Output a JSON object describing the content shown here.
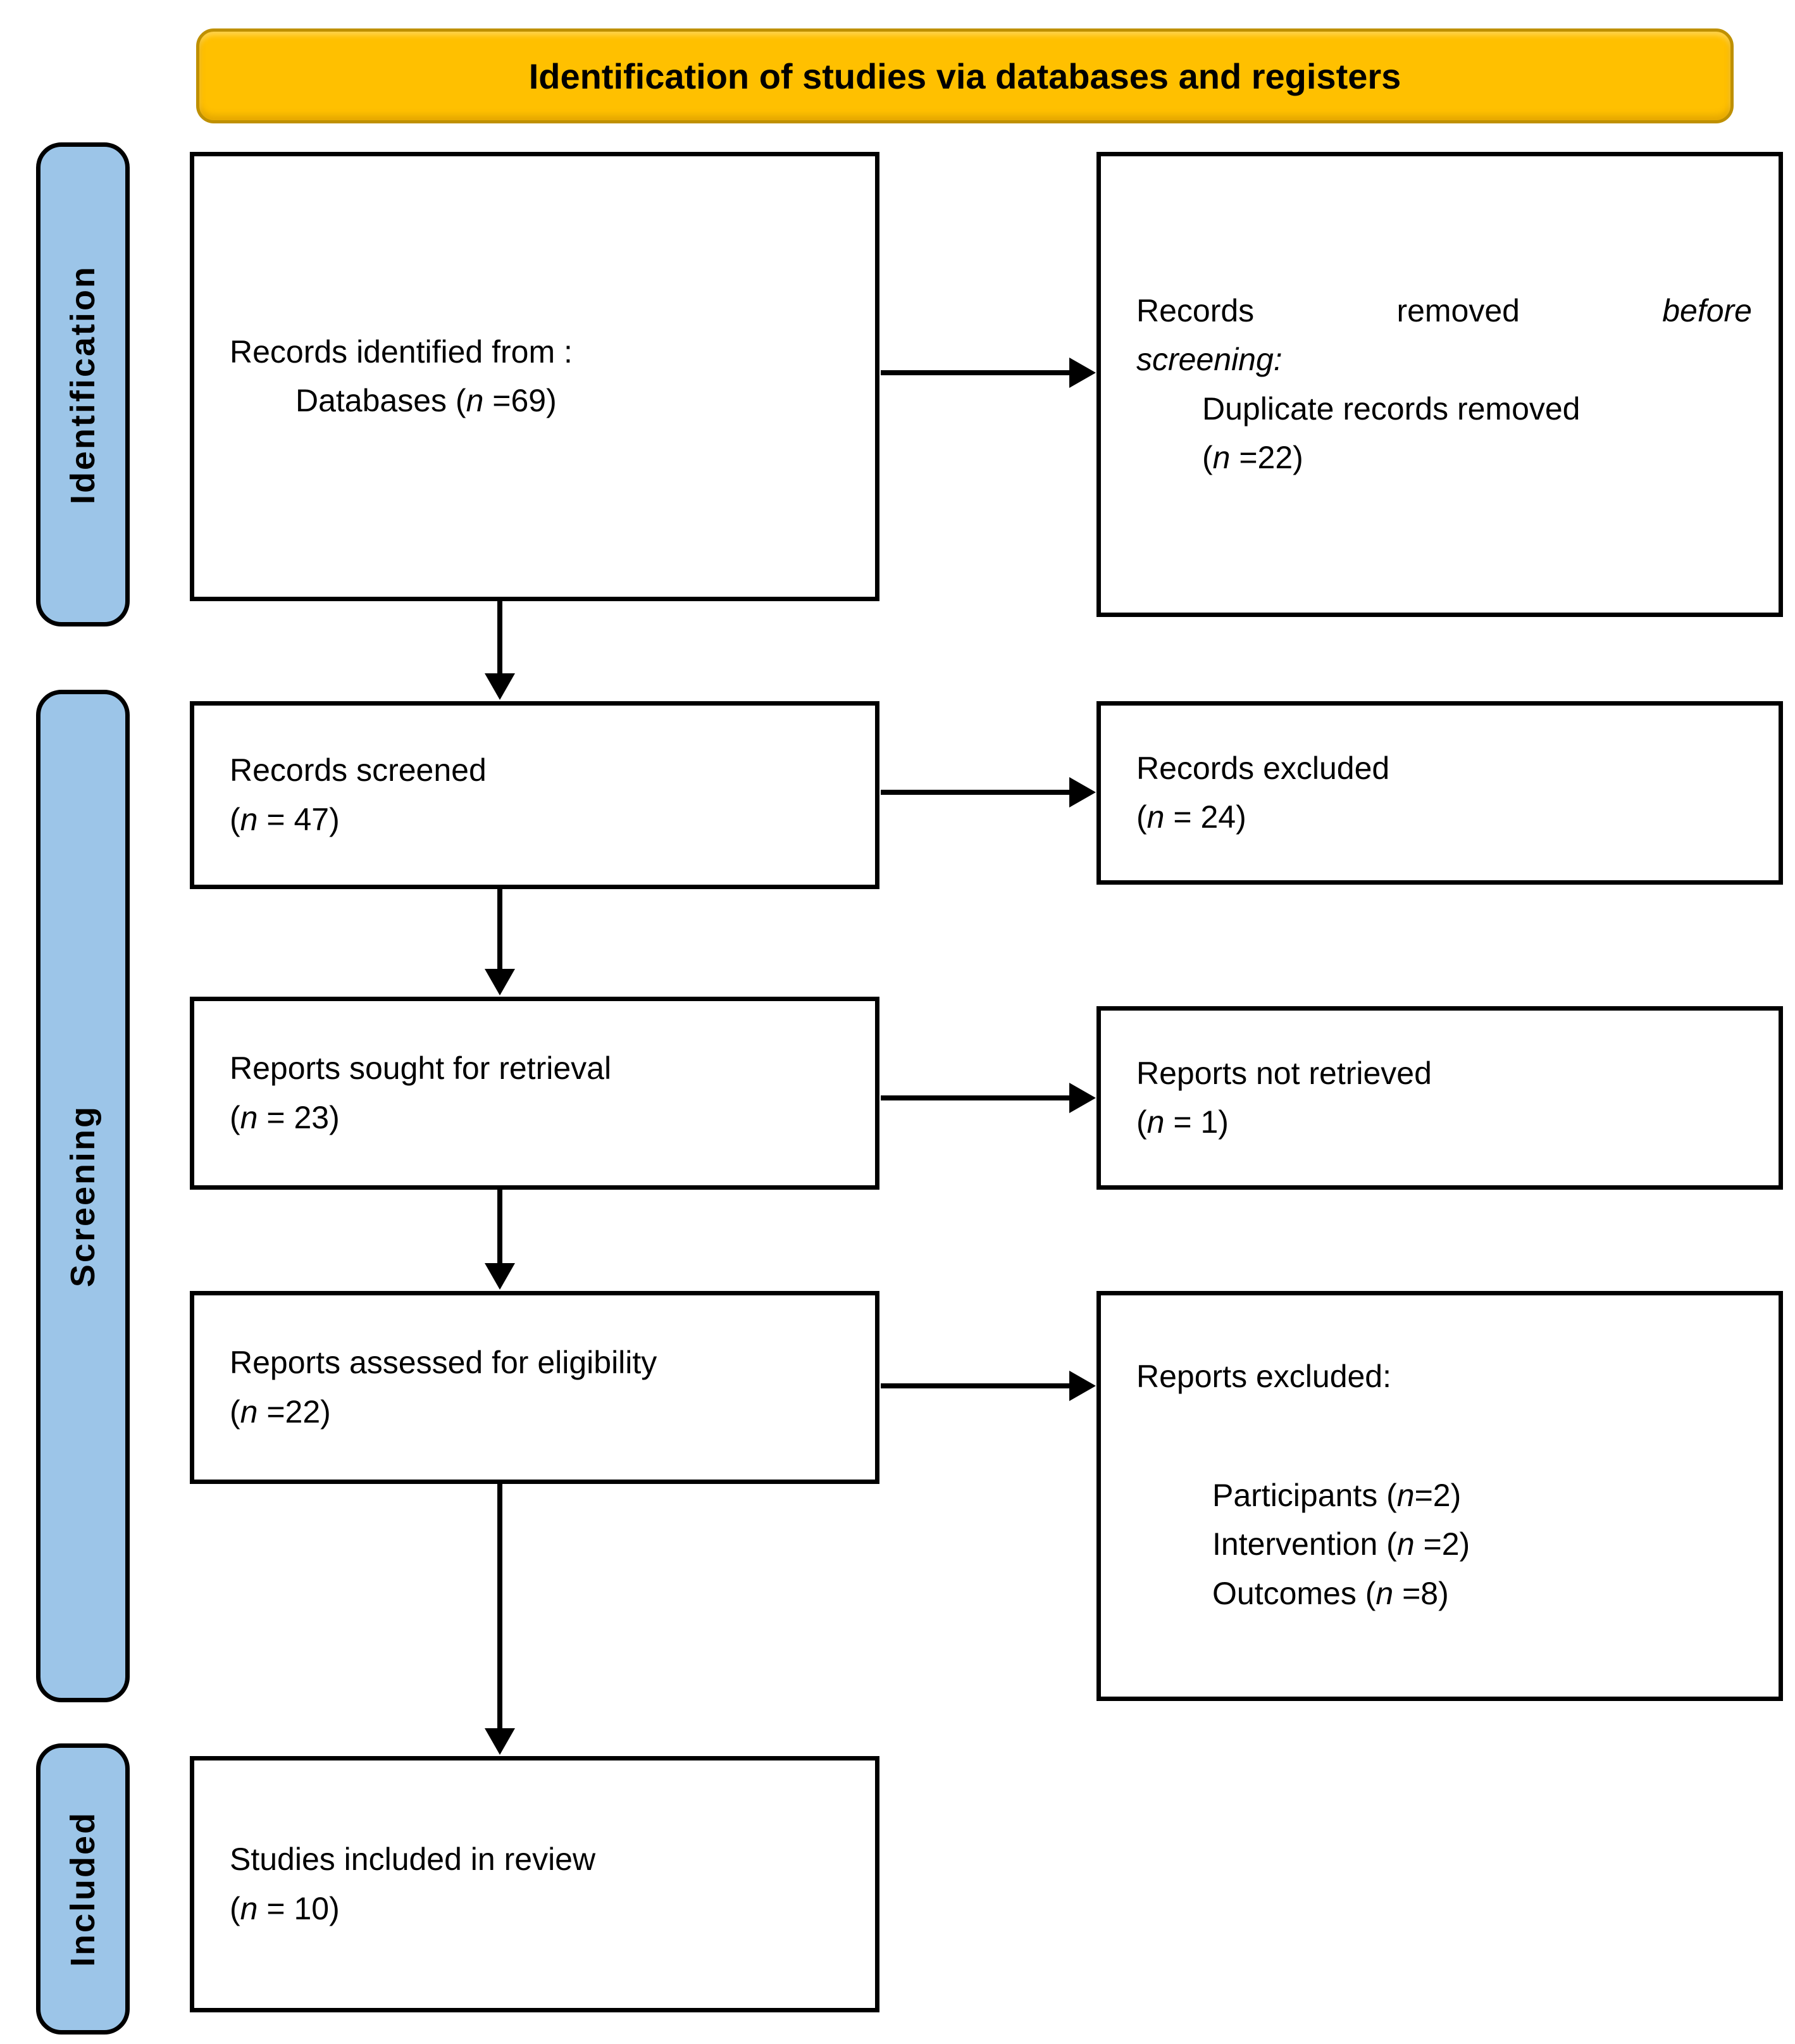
{
  "title": {
    "label": "Identification of studies via databases and registers"
  },
  "colors": {
    "banner_bg": "#FFC000",
    "banner_border": "#BF9000",
    "stage_bg": "#9CC5E8",
    "box_border": "#000000",
    "arrow": "#000000"
  },
  "stages": {
    "identification": "Identification",
    "screening": "Screening",
    "included": "Included"
  },
  "boxes": {
    "records_identified": {
      "line1": "Records identified from :",
      "line2_pre": "Databases (",
      "line2_n": "n",
      "line2_post": " =69)"
    },
    "records_removed": {
      "w1": "Records",
      "w2": "removed",
      "w3_italic": "before",
      "line2_italic": "screening:",
      "line3": "Duplicate records removed",
      "line4_pre": "(",
      "line4_n": "n",
      "line4_post": " =22)"
    },
    "records_screened": {
      "line1": "Records screened",
      "line2_pre": "(",
      "line2_n": "n",
      "line2_post": " = 47)"
    },
    "records_excluded": {
      "line1": "Records excluded",
      "line2_pre": "(",
      "line2_n": "n",
      "line2_post": " = 24)"
    },
    "reports_sought": {
      "line1": "Reports sought for retrieval",
      "line2_pre": "(",
      "line2_n": "n",
      "line2_post": " = 23)"
    },
    "reports_not_retrieved": {
      "line1": "Reports not retrieved",
      "line2_pre": "(",
      "line2_n": "n",
      "line2_post": " = 1)"
    },
    "reports_assessed": {
      "line1": "Reports assessed for eligibility",
      "line2_pre": "(",
      "line2_n": "n",
      "line2_post": " =22)"
    },
    "reports_excluded": {
      "line1": "Reports excluded:",
      "item1_pre": "Participants (",
      "item1_n": "n",
      "item1_post": "=2)",
      "item2_pre": "Intervention (",
      "item2_n": "n",
      "item2_post": " =2)",
      "item3_pre": "Outcomes (",
      "item3_n": "n",
      "item3_post": " =8)"
    },
    "studies_included": {
      "line1": "Studies included in review",
      "line2_pre": "(",
      "line2_n": "n",
      "line2_post": " = 10)"
    }
  }
}
